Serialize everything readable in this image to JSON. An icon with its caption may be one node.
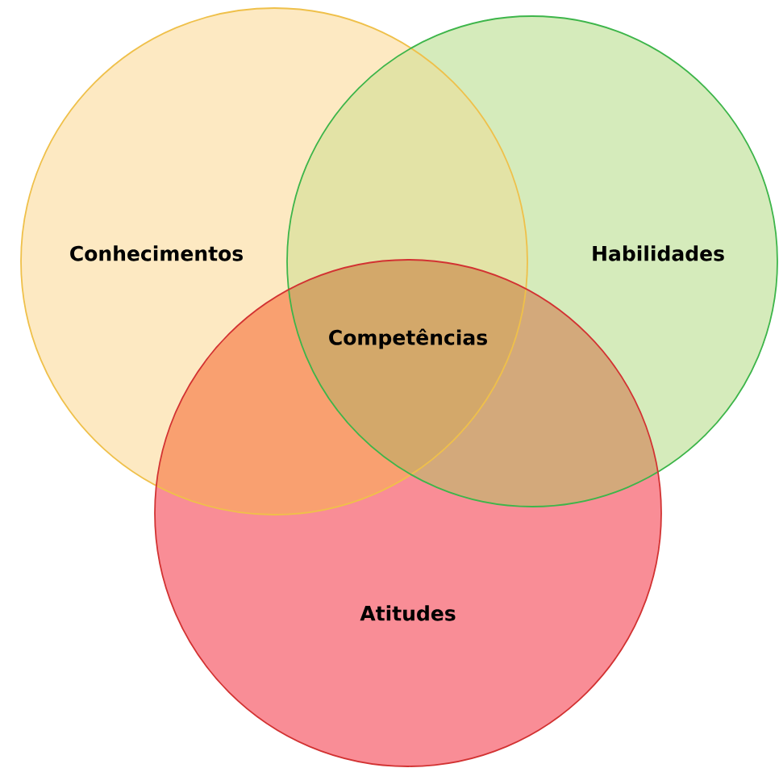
{
  "diagram": {
    "nodes": [
      {
        "text": [
          "Conhecimentos"
        ]
      },
      {
        "text": [
          "Habilidades"
        ]
      },
      {
        "text": [
          "Atitudes"
        ]
      }
    ],
    "labels": [
      "Competências"
    ]
  }
}
